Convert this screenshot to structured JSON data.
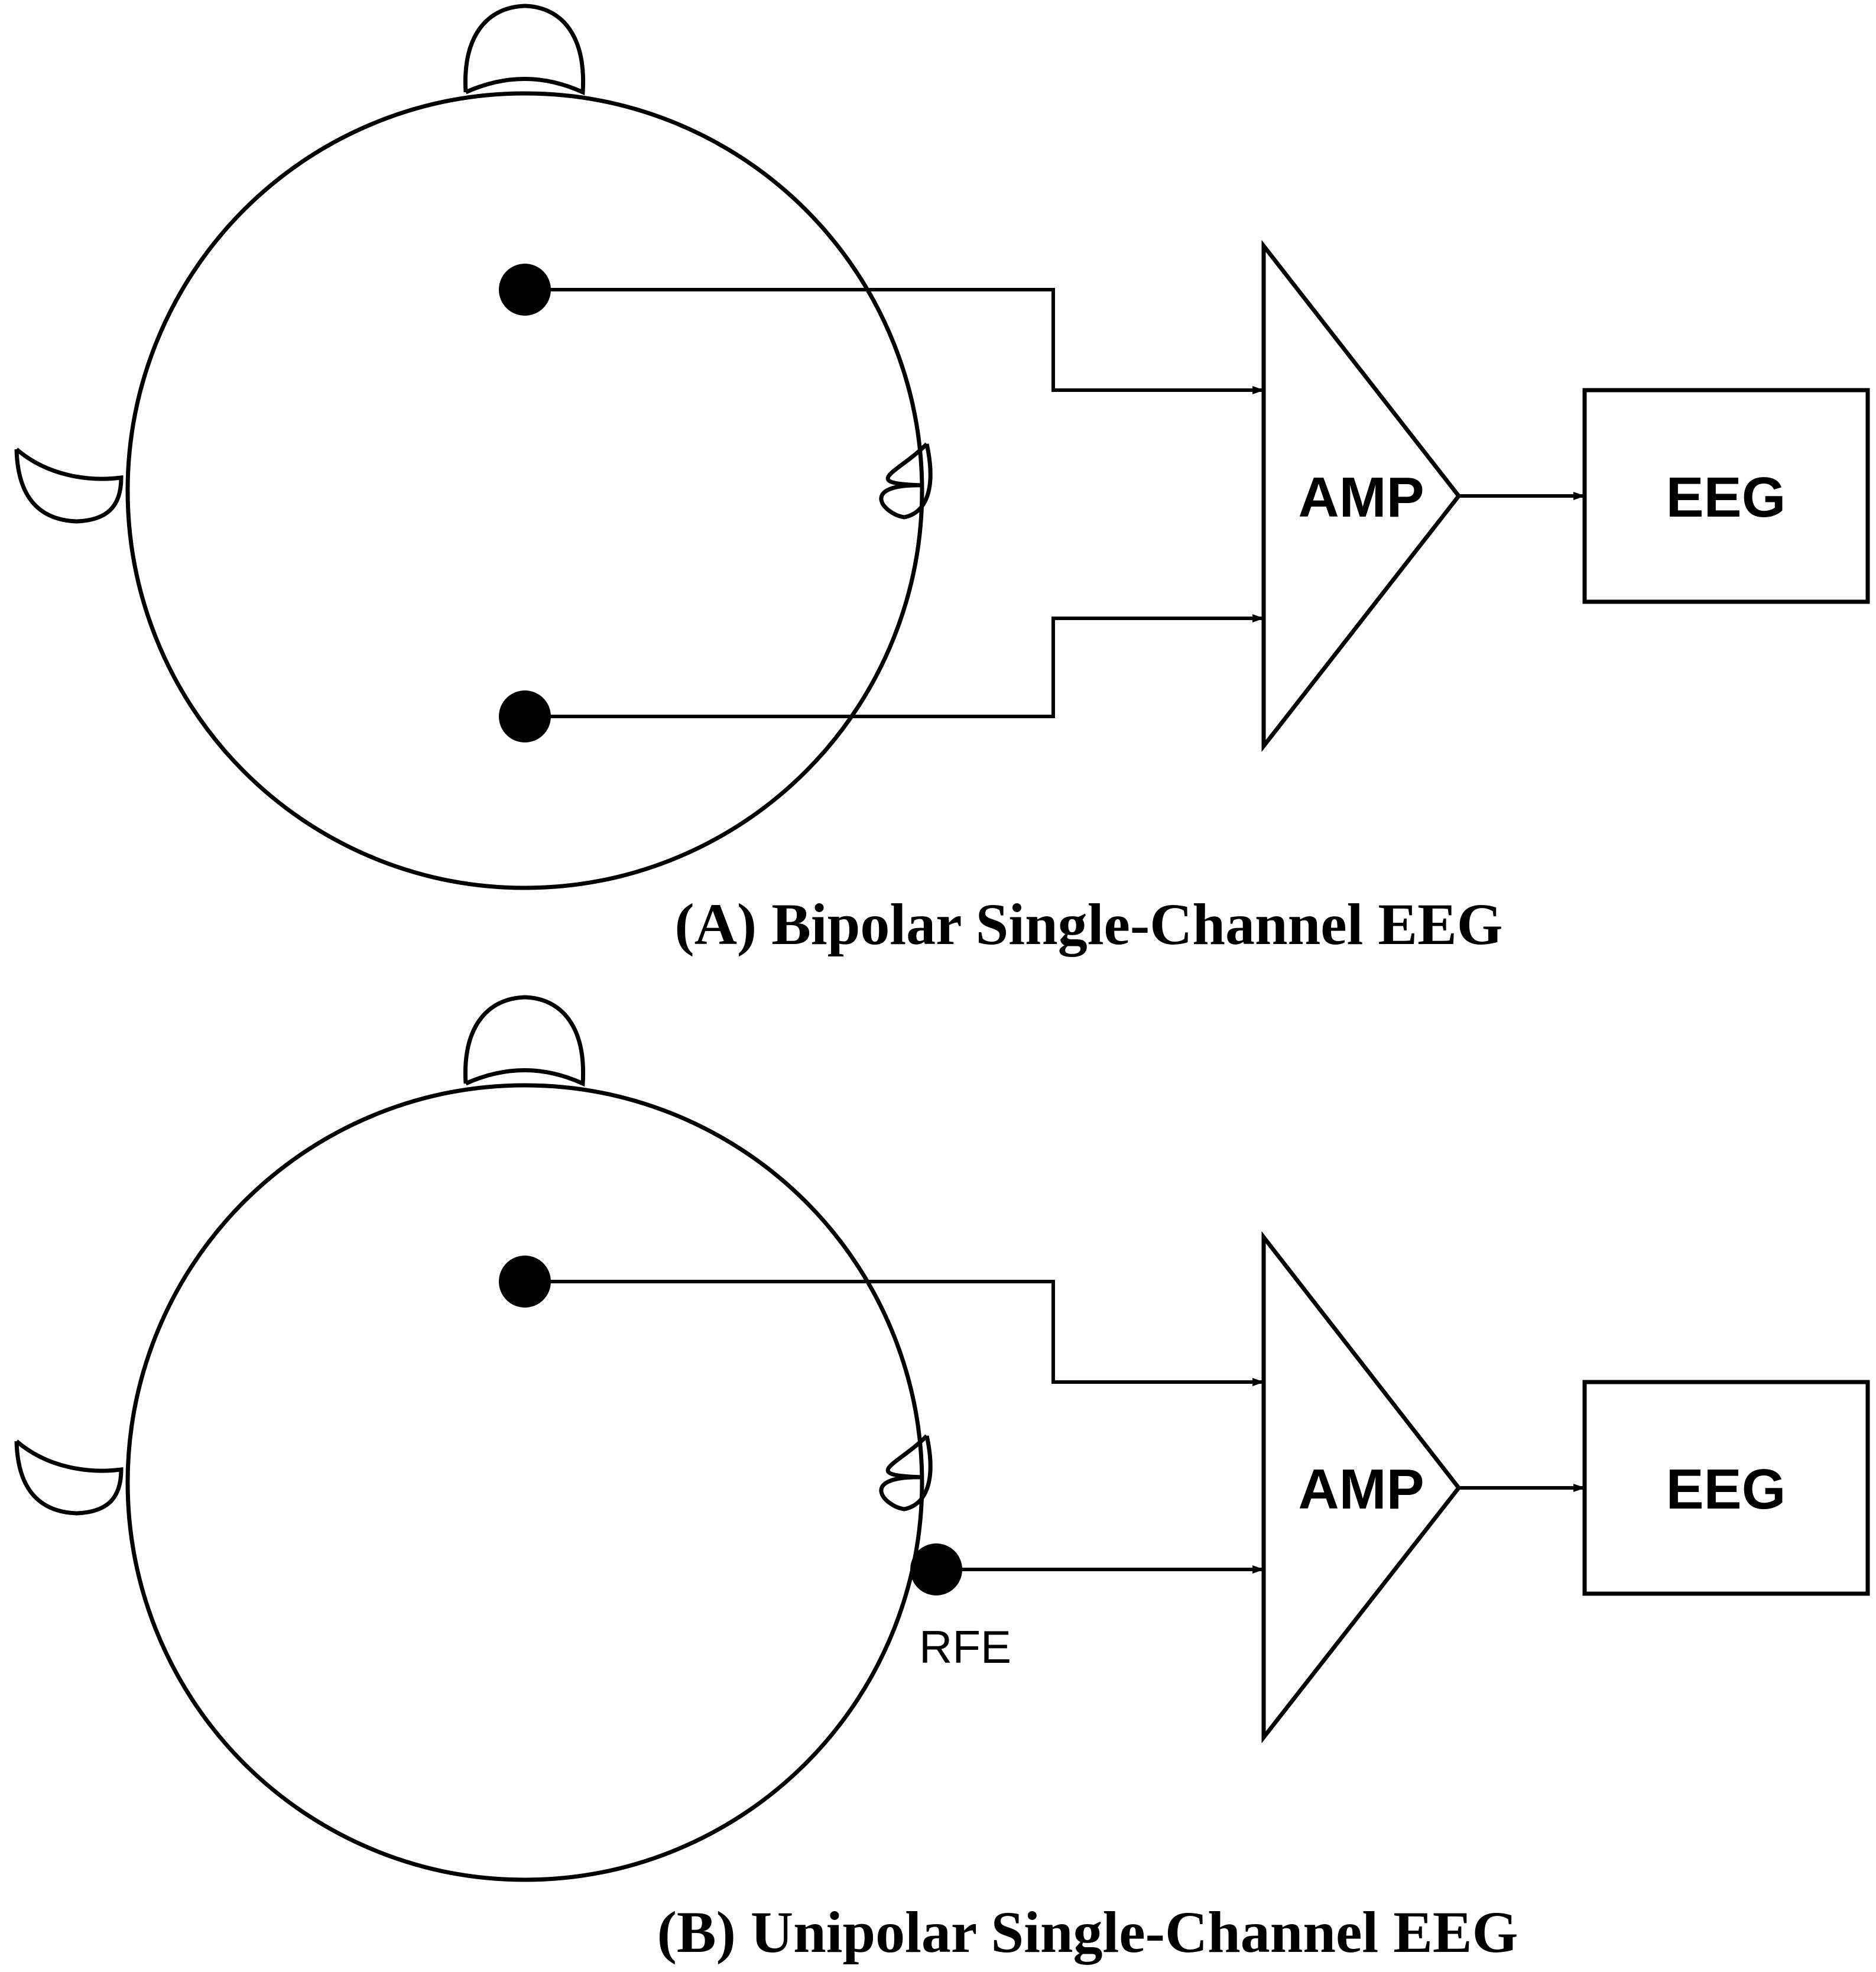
{
  "panels": [
    {
      "caption": "(A) Bipolar Single-Channel EEG",
      "amplifier_label": "AMP",
      "output_label": "EEG"
    },
    {
      "caption": "(B) Unipolar Single-Channel EEG",
      "amplifier_label": "AMP",
      "output_label": "EEG",
      "reference_label": "RFE"
    }
  ]
}
